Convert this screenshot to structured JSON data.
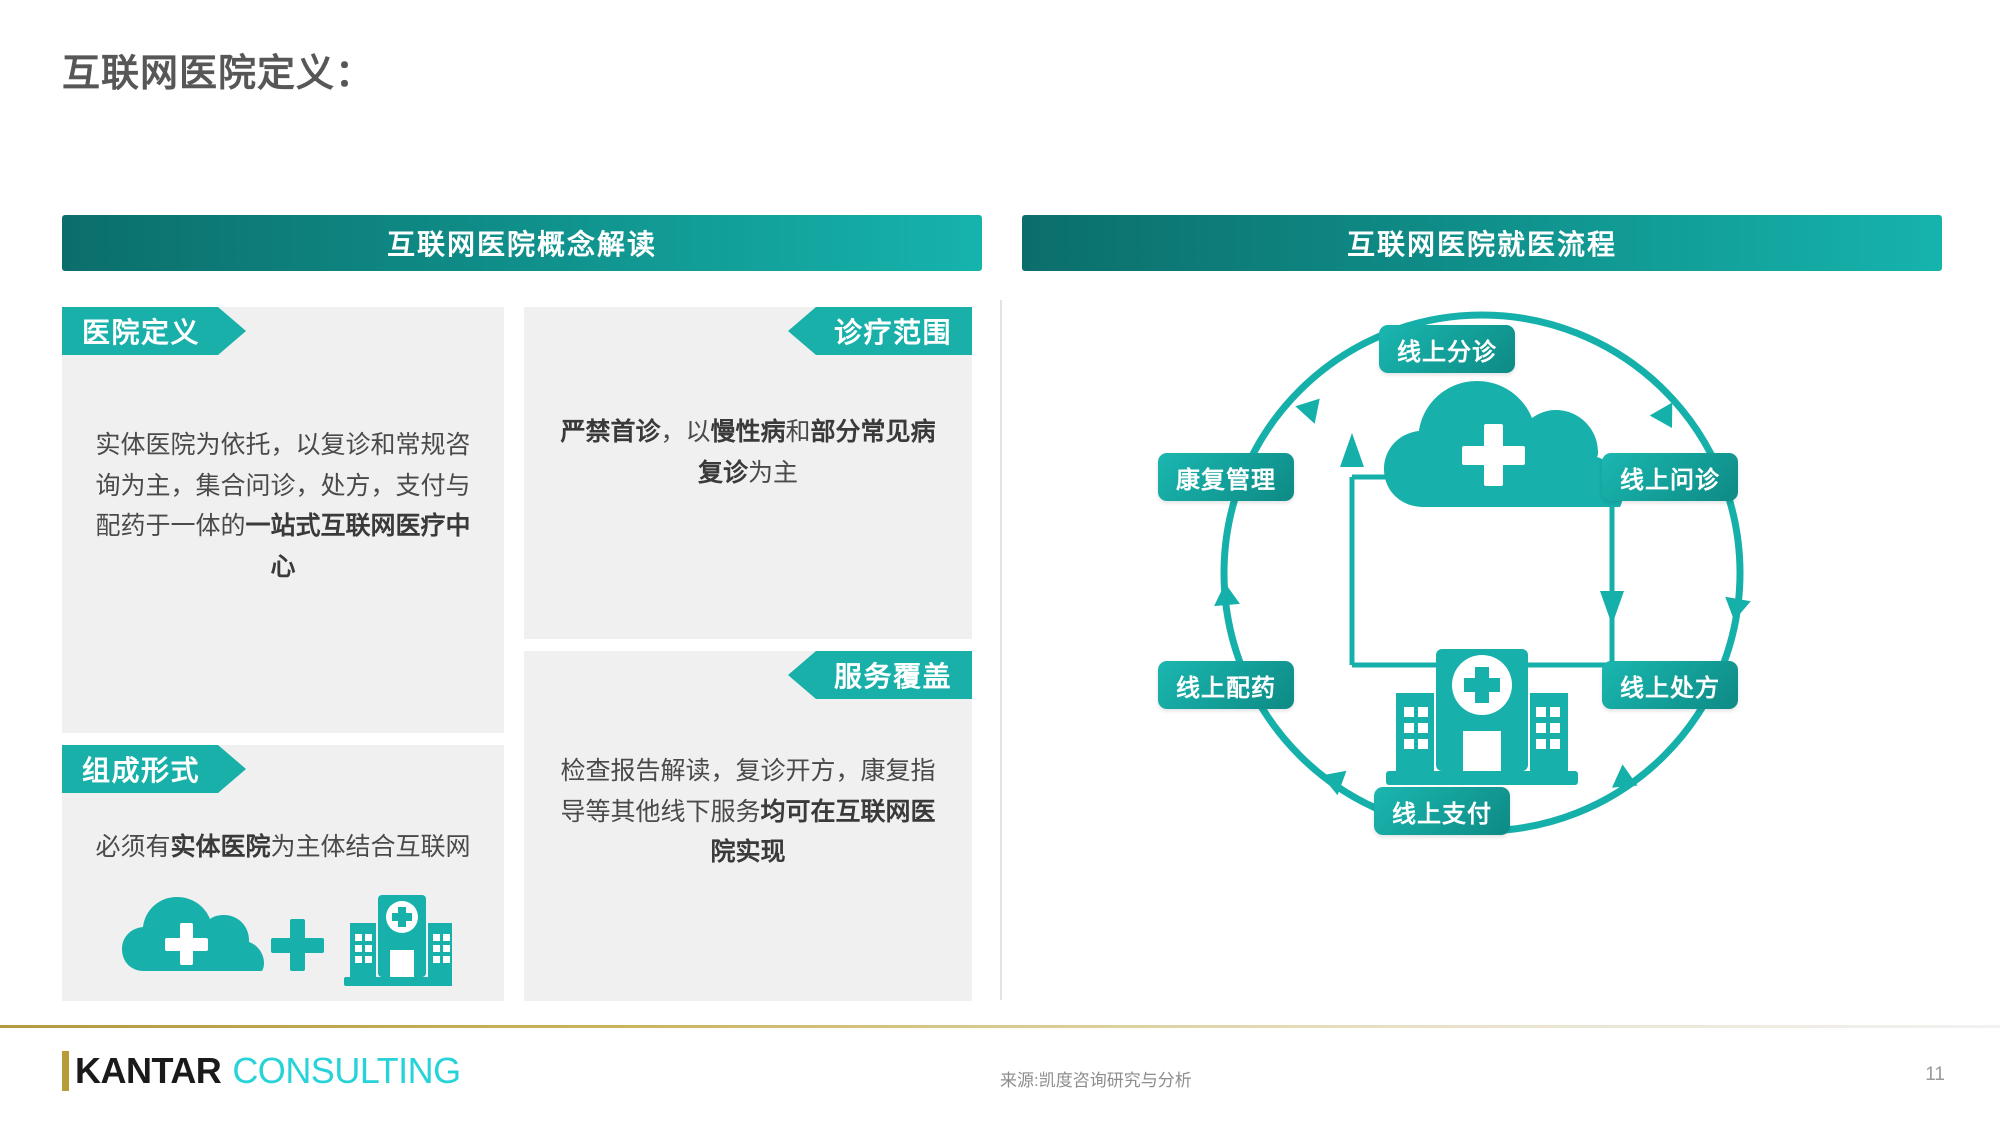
{
  "page_title": "互联网医院定义：",
  "left_panel": {
    "banner": "互联网医院概念解读",
    "cards": [
      {
        "tag": "医院定义",
        "tag_side": "left",
        "text_plain": "实体医院为依托，以复诊和常规咨询为主，集合问诊，处方，支付与配药于一体的一站式互联网医疗中心",
        "text_pre": "实体医院为依托，以复诊和常规咨询为主，集合问诊，处方，支付与配药于一体的",
        "text_bold": "一站式互联网医疗中心",
        "text_post": ""
      },
      {
        "tag": "组成形式",
        "tag_side": "left",
        "text_plain": "必须有实体医院为主体结合互联网",
        "text_pre": "必须有",
        "text_bold": "实体医院",
        "text_post": "为主体结合互联网",
        "has_icon": true,
        "icon_names": [
          "cloud-plus-icon",
          "plus-icon",
          "hospital-icon"
        ]
      },
      {
        "tag": "诊疗范围",
        "tag_side": "right",
        "text_plain": "严禁首诊，以慢性病和部分常见病复诊为主",
        "text_b1": "严禁首诊",
        "text_m1": "，以",
        "text_b2": "慢性病",
        "text_m2": "和",
        "text_b3": "部分常见病复诊",
        "text_m3": "为主"
      },
      {
        "tag": "服务覆盖",
        "tag_side": "right",
        "text_plain": "检查报告解读，复诊开方，康复指导等其他线下服务均可在互联网医院实现",
        "text_pre": "检查报告解读，复诊开方，康复指导等其他线下服务",
        "text_bold": "均可在互联网医院实现",
        "text_post": ""
      }
    ]
  },
  "right_panel": {
    "banner": "互联网医院就医流程",
    "center_icon": {
      "cloud": "cloud-plus-icon",
      "hospital": "hospital-cross-icon",
      "loop": "circuit-loop-arrows"
    },
    "flow_nodes": [
      {
        "id": "triage",
        "label": "线上分诊",
        "position": "top"
      },
      {
        "id": "consult",
        "label": "线上问诊",
        "position": "right-upper"
      },
      {
        "id": "rx",
        "label": "线上处方",
        "position": "right-lower"
      },
      {
        "id": "pay",
        "label": "线上支付",
        "position": "bottom"
      },
      {
        "id": "dispense",
        "label": "线上配药",
        "position": "left-lower"
      },
      {
        "id": "rehab",
        "label": "康复管理",
        "position": "left-upper"
      }
    ],
    "flow_direction": "clockwise"
  },
  "footer": {
    "logo_primary": "KANTAR",
    "logo_secondary": "CONSULTING",
    "source": "来源:凯度咨询研究与分析",
    "page_number": "11"
  },
  "colors": {
    "teal": "#19b0aa",
    "teal_dark": "#0c6e6b",
    "teal_light": "#16b3ad",
    "card_bg": "#f0f0f0",
    "title_gray": "#575757",
    "body_gray": "#4a4a4a",
    "gold": "#b89c38",
    "cyan": "#27d3d8"
  }
}
